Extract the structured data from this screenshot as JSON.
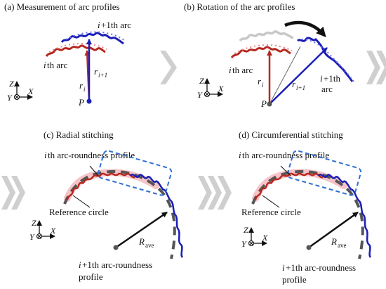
{
  "panels": {
    "a": {
      "title": "(a) Measurement of arc profiles",
      "label_next_arc_i": "i",
      "label_next_arc_rest": "+1th arc",
      "label_arc_i": "i",
      "label_arc_rest": "th arc",
      "label_r": "r",
      "label_r_sub": "i+1",
      "label_ri": "r",
      "label_ri_sub": "i",
      "label_p": "P",
      "axis_z": "Z",
      "axis_x": "X",
      "axis_y": "Y"
    },
    "b": {
      "title": "(b) Rotation of the arc profiles",
      "label_arc_i": "i",
      "label_arc_rest": "th arc",
      "label_next_i": "i",
      "label_next_rest": "+1th",
      "label_next_line2": "arc",
      "label_ri": "r",
      "label_ri_sub": "i",
      "label_r": "r",
      "label_r_sub": "i+1",
      "label_p": "P",
      "axis_z": "Z",
      "axis_x": "X",
      "axis_y": "Y"
    },
    "c": {
      "title": "(c) Radial stitching",
      "label_top_i": "i",
      "label_top_rest": "th arc-roundness profile",
      "label_ref": "Reference circle",
      "label_r": "R",
      "label_r_sub": "ave",
      "label_bottom_line1": "+1th arc-roundness",
      "label_bottom_i": "i",
      "label_bottom_line2": "profile",
      "axis_z": "Z",
      "axis_x": "X",
      "axis_y": "Y"
    },
    "d": {
      "title": "(d) Circumferential stitching",
      "label_top_i": "i",
      "label_top_rest": "th arc-roundness profile",
      "label_ref": "Reference circle",
      "label_r": "R",
      "label_r_sub": "ave",
      "label_bottom_line1": "+1th arc-roundness",
      "label_bottom_i": "i",
      "label_bottom_line2": "profile",
      "axis_z": "Z",
      "axis_x": "X",
      "axis_y": "Y"
    }
  },
  "colors": {
    "red_arc": "#b5281f",
    "blue_arc": "#1a1fb8",
    "grey_arc": "#c8c8c8",
    "dashed_circle": "#555555",
    "dash_box": "#2f6fd1",
    "pink_band": "#f6c4c8",
    "chevron": "#cfcfcf"
  }
}
